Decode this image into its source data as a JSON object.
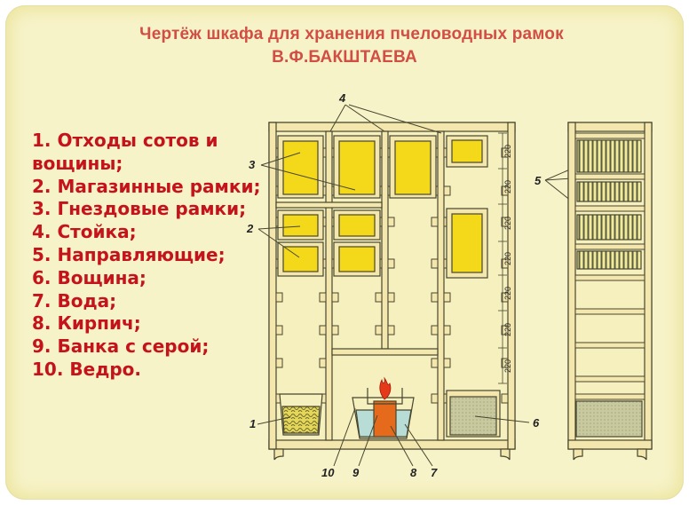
{
  "title": {
    "line1": "Чертёж шкафа для хранения пчеловодных рамок",
    "line2": "В.Ф.БАКШТАЕВА"
  },
  "legend": [
    "1. Отходы сотов и вощины;",
    "2. Магазинные рамки;",
    "3. Гнездовые рамки;",
    "4. Стойка;",
    "5. Направляющие;",
    "6. Вощина;",
    "7. Вода;",
    "8. Кирпич;",
    "9. Банка с серой;",
    "10. Ведро."
  ],
  "callouts": {
    "n1": "1",
    "n2": "2",
    "n3": "3",
    "n4": "4",
    "n5": "5",
    "n6": "6",
    "n7": "7",
    "n8": "8",
    "n9": "9",
    "n10": "10"
  },
  "dimension": "220",
  "colors": {
    "background": "#f7f3c9",
    "title": "#d24d44",
    "legend": "#c5131b",
    "wood": "#f3e7ad",
    "frame_fill": "#f3d91a",
    "comb_waste": "#d8c83a",
    "brick": "#e66a1c",
    "wax": "#c3c59a",
    "water": "#b7ddd6"
  }
}
